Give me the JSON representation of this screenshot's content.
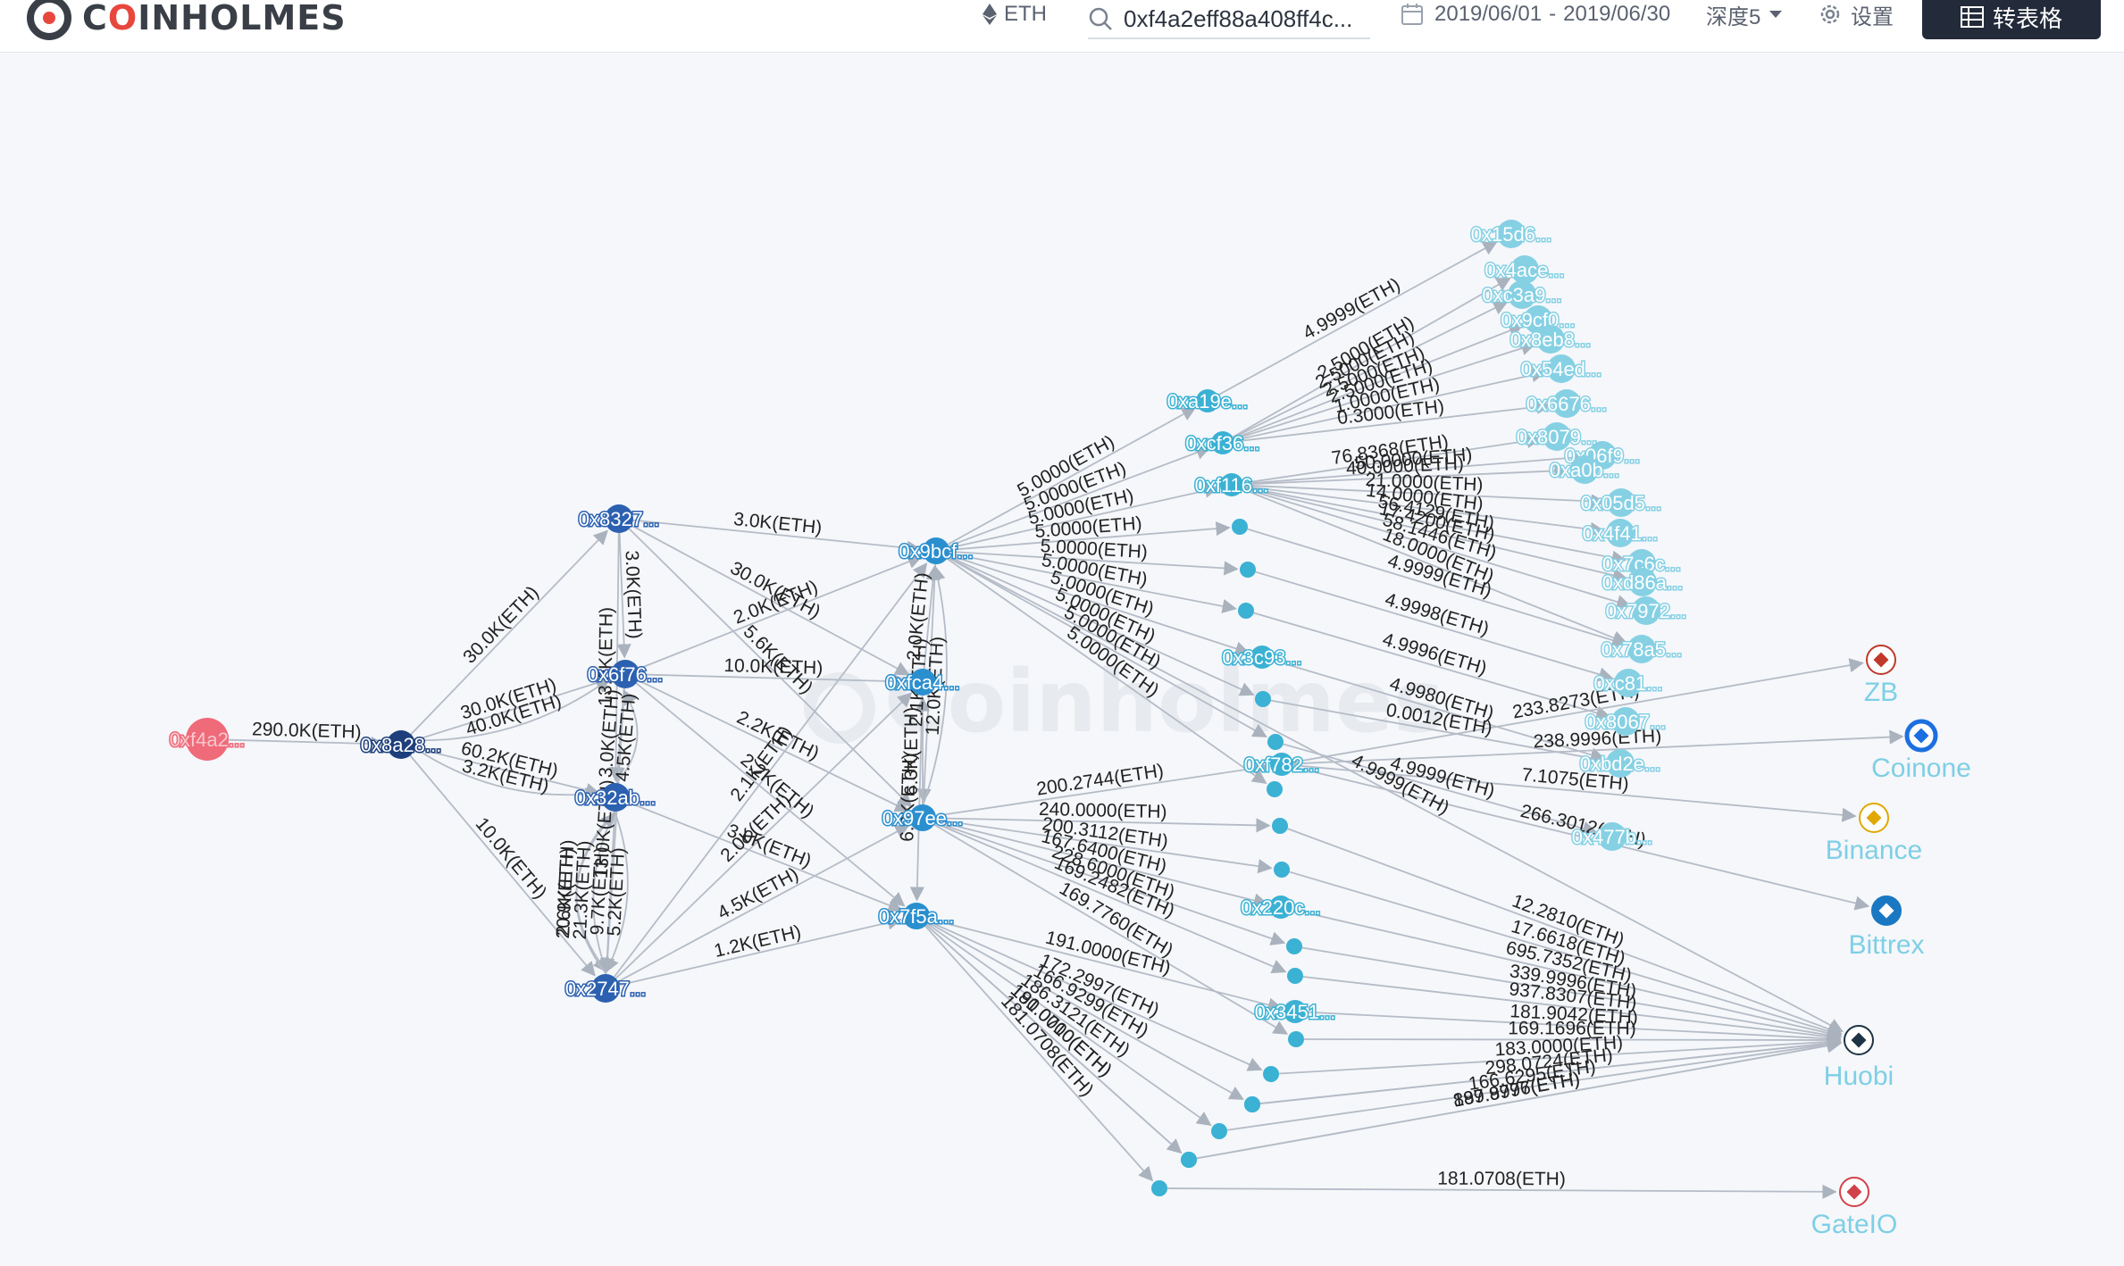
{
  "header": {
    "logo_text_pre": "C",
    "logo_text_accent": "O",
    "logo_text_post": "INHOLMES",
    "coin_label": "ETH",
    "search_value": "0xf4a2eff88a408ff4c...",
    "date_start": "2019/06/01",
    "date_sep": "-",
    "date_end": "2019/06/30",
    "depth_label": "深度5",
    "settings_label": "设置",
    "table_button_label": "转表格",
    "icons": {
      "coin": "ethereum-icon",
      "search": "search-icon",
      "calendar": "calendar-icon",
      "depth": "caret-down-icon",
      "settings": "gear-icon",
      "table": "table-icon"
    }
  },
  "watermark": "Coinholmes",
  "colors": {
    "root": "#ef6b7a",
    "level1": "#1e3f7c",
    "level2": "#2c60b0",
    "level3": "#2a8fcf",
    "level4": "#3bb1d4",
    "level5": "#86d0e4",
    "edge": "#b5bcc7",
    "edge_label": "#222222",
    "exchange_label": "#7ecfe6"
  },
  "nodes": [
    {
      "id": "n0",
      "label": "0xf4a2...",
      "level": 0
    },
    {
      "id": "n1",
      "label": "0x8a28...",
      "level": 1
    },
    {
      "id": "n2",
      "label": "0x8327...",
      "level": 2
    },
    {
      "id": "n3",
      "label": "0x6f76...",
      "level": 2
    },
    {
      "id": "n4",
      "label": "0x32ab...",
      "level": 2
    },
    {
      "id": "n5",
      "label": "0x2747...",
      "level": 2
    },
    {
      "id": "n6",
      "label": "0x9bcf...",
      "level": 3
    },
    {
      "id": "n7",
      "label": "0xfca4...",
      "level": 3
    },
    {
      "id": "n8",
      "label": "0x97ee...",
      "level": 3
    },
    {
      "id": "n9",
      "label": "0x7f5a...",
      "level": 3
    },
    {
      "id": "n10",
      "label": "0xa19e...",
      "level": 4
    },
    {
      "id": "n11",
      "label": "0xcf36...",
      "level": 4
    },
    {
      "id": "n12",
      "label": "0xf116...",
      "level": 4
    },
    {
      "id": "n13",
      "label": "0x3c93...",
      "level": 4
    },
    {
      "id": "n14",
      "label": "0xf782...",
      "level": 4
    },
    {
      "id": "n15",
      "label": "0x220c...",
      "level": 4
    },
    {
      "id": "n16",
      "label": "0x3451...",
      "level": 4
    },
    {
      "id": "n17",
      "label": "0x15d6...",
      "level": 5
    },
    {
      "id": "n18",
      "label": "0x4ace...",
      "level": 5
    },
    {
      "id": "n19",
      "label": "0xc3a9...",
      "level": 5
    },
    {
      "id": "n20",
      "label": "0x9cf0...",
      "level": 5
    },
    {
      "id": "n21",
      "label": "0x8eb8...",
      "level": 5
    },
    {
      "id": "n22",
      "label": "0x54ed...",
      "level": 5
    },
    {
      "id": "n23",
      "label": "0x6676...",
      "level": 5
    },
    {
      "id": "n24",
      "label": "0x8079...",
      "level": 5
    },
    {
      "id": "n25",
      "label": "0x06f9...",
      "level": 5
    },
    {
      "id": "n26",
      "label": "0xa0b...",
      "level": 5
    },
    {
      "id": "n27",
      "label": "0x05d5...",
      "level": 5
    },
    {
      "id": "n28",
      "label": "0x4f41...",
      "level": 5
    },
    {
      "id": "n29",
      "label": "0x7c6c...",
      "level": 5
    },
    {
      "id": "n30",
      "label": "0xd86a...",
      "level": 5
    },
    {
      "id": "n31",
      "label": "0x7972...",
      "level": 5
    },
    {
      "id": "n32",
      "label": "0x78a5...",
      "level": 5
    },
    {
      "id": "n33",
      "label": "0xc81...",
      "level": 5
    },
    {
      "id": "n34",
      "label": "0x8067...",
      "level": 5
    },
    {
      "id": "n35",
      "label": "0xbd2e...",
      "level": 5
    },
    {
      "id": "n36",
      "label": "0x477b...",
      "level": 5
    },
    {
      "id": "d1",
      "label": "",
      "level": 4
    },
    {
      "id": "d2",
      "label": "",
      "level": 4
    },
    {
      "id": "d3",
      "label": "",
      "level": 4
    },
    {
      "id": "d4",
      "label": "",
      "level": 4
    },
    {
      "id": "d5",
      "label": "",
      "level": 4
    },
    {
      "id": "d6",
      "label": "",
      "level": 4
    },
    {
      "id": "d7",
      "label": "",
      "level": 4
    },
    {
      "id": "d8",
      "label": "",
      "level": 4
    },
    {
      "id": "d9",
      "label": "",
      "level": 4
    },
    {
      "id": "d10",
      "label": "",
      "level": 4
    },
    {
      "id": "d11",
      "label": "",
      "level": 4
    },
    {
      "id": "d12",
      "label": "",
      "level": 4
    },
    {
      "id": "d13",
      "label": "",
      "level": 4
    },
    {
      "id": "d14",
      "label": "",
      "level": 4
    },
    {
      "id": "d15",
      "label": "",
      "level": 4
    },
    {
      "id": "d16",
      "label": "",
      "level": 4
    },
    {
      "id": "d17",
      "label": "",
      "level": 4
    },
    {
      "id": "d18",
      "label": "",
      "level": 4
    }
  ],
  "exchanges": [
    {
      "id": "ZB",
      "label": "ZB",
      "icon": "zb-logo-icon",
      "color": "#c0392b"
    },
    {
      "id": "Coinone",
      "label": "Coinone",
      "icon": "coinone-logo-icon",
      "color": "#1c6fe0"
    },
    {
      "id": "Binance",
      "label": "Binance",
      "icon": "binance-logo-icon",
      "color": "#e0a800"
    },
    {
      "id": "Bittrex",
      "label": "Bittrex",
      "icon": "bittrex-logo-icon",
      "color": "#1a78c2"
    },
    {
      "id": "Huobi",
      "label": "Huobi",
      "icon": "huobi-logo-icon",
      "color": "#1e3344"
    },
    {
      "id": "GateIO",
      "label": "GateIO",
      "icon": "gateio-logo-icon",
      "color": "#d0424a"
    }
  ],
  "edges": [
    {
      "from": "n0",
      "to": "n1",
      "label": "290.0K(ETH)"
    },
    {
      "from": "n1",
      "to": "n2",
      "label": "30.0K(ETH)"
    },
    {
      "from": "n1",
      "to": "n3",
      "label": "30.0K(ETH)"
    },
    {
      "from": "n1",
      "to": "n3",
      "label": "40.0K(ETH)"
    },
    {
      "from": "n1",
      "to": "n4",
      "label": "60.2K(ETH)"
    },
    {
      "from": "n1",
      "to": "n4",
      "label": "3.2K(ETH)"
    },
    {
      "from": "n1",
      "to": "n5",
      "label": "10.0K(ETH)"
    },
    {
      "from": "n2",
      "to": "n3",
      "label": "3.0K(ETH)"
    },
    {
      "from": "n2",
      "to": "n4",
      "label": "13.0K(ETH)"
    },
    {
      "from": "n2",
      "to": "n6",
      "label": "3.0K(ETH)"
    },
    {
      "from": "n2",
      "to": "n7",
      "label": "30.0K(ETH)"
    },
    {
      "from": "n2",
      "to": "n8",
      "label": "5.6K(ETH)"
    },
    {
      "from": "n3",
      "to": "n4",
      "label": "3.0K(ETH)"
    },
    {
      "from": "n3",
      "to": "n5",
      "label": "13.0K(ETH)"
    },
    {
      "from": "n3",
      "to": "n6",
      "label": "2.0K(ETH)"
    },
    {
      "from": "n3",
      "to": "n7",
      "label": "10.0K(ETH)"
    },
    {
      "from": "n3",
      "to": "n8",
      "label": "2.2K(ETH)"
    },
    {
      "from": "n3",
      "to": "n9",
      "label": "2.2K(ETH)"
    },
    {
      "from": "n4",
      "to": "n3",
      "label": "4.5K(ETH)"
    },
    {
      "from": "n4",
      "to": "n5",
      "label": "9.7K(ETH)"
    },
    {
      "from": "n4",
      "to": "n5",
      "label": "21.3K(ETH)"
    },
    {
      "from": "n4",
      "to": "n5",
      "label": "5.2K(ETH)"
    },
    {
      "from": "n4",
      "to": "n5",
      "label": "20.9K(ETH)"
    },
    {
      "from": "n4",
      "to": "n9",
      "label": "3.0K(ETH)"
    },
    {
      "from": "n5",
      "to": "n4",
      "label": "2.6K(ETH)"
    },
    {
      "from": "n5",
      "to": "n6",
      "label": "2.1K(ETH)"
    },
    {
      "from": "n5",
      "to": "n7",
      "label": "2.0K(ETH)"
    },
    {
      "from": "n5",
      "to": "n8",
      "label": "4.5K(ETH)"
    },
    {
      "from": "n5",
      "to": "n9",
      "label": "1.2K(ETH)"
    },
    {
      "from": "n6",
      "to": "n8",
      "label": "2.1K(ETH)"
    },
    {
      "from": "n7",
      "to": "n6",
      "label": "2.0K(ETH)"
    },
    {
      "from": "n8",
      "to": "n6",
      "label": "12.0K(ETH)"
    },
    {
      "from": "n7",
      "to": "n9",
      "label": "6.0K(ETH)"
    },
    {
      "from": "n8",
      "to": "n7",
      "label": "6.3K(ETH)"
    },
    {
      "from": "n6",
      "to": "n10",
      "label": "5.0000(ETH)"
    },
    {
      "from": "n6",
      "to": "n11",
      "label": "5.0000(ETH)"
    },
    {
      "from": "n6",
      "to": "n12",
      "label": "5.0000(ETH)"
    },
    {
      "from": "n6",
      "to": "d1",
      "label": "5.0000(ETH)"
    },
    {
      "from": "n6",
      "to": "d2",
      "label": "5.0000(ETH)"
    },
    {
      "from": "n6",
      "to": "d3",
      "label": "5.0000(ETH)"
    },
    {
      "from": "n6",
      "to": "n13",
      "label": "5.0000(ETH)"
    },
    {
      "from": "n6",
      "to": "d4",
      "label": "5.0000(ETH)"
    },
    {
      "from": "n6",
      "to": "d5",
      "label": "5.0000(ETH)"
    },
    {
      "from": "n6",
      "to": "d6",
      "label": "5.0000(ETH)"
    },
    {
      "from": "n10",
      "to": "n17",
      "label": "4.9999(ETH)"
    },
    {
      "from": "n11",
      "to": "n18",
      "label": "2.5000(ETH)"
    },
    {
      "from": "n11",
      "to": "n19",
      "label": "2.5000(ETH)"
    },
    {
      "from": "n11",
      "to": "n20",
      "label": "2.5000(ETH)"
    },
    {
      "from": "n11",
      "to": "n21",
      "label": "2.5000(ETH)"
    },
    {
      "from": "n11",
      "to": "n22",
      "label": "1.0000(ETH)"
    },
    {
      "from": "n11",
      "to": "n23",
      "label": "0.3000(ETH)"
    },
    {
      "from": "n12",
      "to": "n24",
      "label": "76.8368(ETH)"
    },
    {
      "from": "n12",
      "to": "n25",
      "label": "50.0000(ETH)"
    },
    {
      "from": "n12",
      "to": "n26",
      "label": "40.0000(ETH)"
    },
    {
      "from": "n12",
      "to": "n27",
      "label": "21.0000(ETH)"
    },
    {
      "from": "n12",
      "to": "n28",
      "label": "14.0000(ETH)"
    },
    {
      "from": "n12",
      "to": "n29",
      "label": "56.4129(ETH)"
    },
    {
      "from": "n12",
      "to": "n30",
      "label": "17.4200(ETH)"
    },
    {
      "from": "n12",
      "to": "n31",
      "label": "58.1446(ETH)"
    },
    {
      "from": "n12",
      "to": "n32",
      "label": "18.0000(ETH)"
    },
    {
      "from": "d1",
      "to": "n32",
      "label": "4.9999(ETH)"
    },
    {
      "from": "d2",
      "to": "n33",
      "label": "4.9998(ETH)"
    },
    {
      "from": "d3",
      "to": "n34",
      "label": "4.9996(ETH)"
    },
    {
      "from": "d4",
      "to": "n35",
      "label": "0.0012(ETH)"
    },
    {
      "from": "n13",
      "to": "n35",
      "label": "4.9980(ETH)"
    },
    {
      "from": "n14",
      "to": "ZB",
      "label": "233.8273(ETH)"
    },
    {
      "from": "n14",
      "to": "Coinone",
      "label": "238.9996(ETH)"
    },
    {
      "from": "n14",
      "to": "Binance",
      "label": "7.1075(ETH)"
    },
    {
      "from": "n14",
      "to": "Bittrex",
      "label": "266.3012(ETH)"
    },
    {
      "from": "n8",
      "to": "n14",
      "label": "200.2744(ETH)"
    },
    {
      "from": "n8",
      "to": "d7",
      "label": "240.0000(ETH)"
    },
    {
      "from": "n8",
      "to": "d8",
      "label": "200.3112(ETH)"
    },
    {
      "from": "n8",
      "to": "d9",
      "label": "228.6000(ETH)"
    },
    {
      "from": "n8",
      "to": "n15",
      "label": "167.6400(ETH)"
    },
    {
      "from": "n8",
      "to": "d10",
      "label": "169.2482(ETH)"
    },
    {
      "from": "n8",
      "to": "d11",
      "label": "169.7760(ETH)"
    },
    {
      "from": "n9",
      "to": "d12",
      "label": "172.2997(ETH)"
    },
    {
      "from": "n9",
      "to": "n16",
      "label": "191.0000(ETH)"
    },
    {
      "from": "n9",
      "to": "d13",
      "label": "166.9299(ETH)"
    },
    {
      "from": "n9",
      "to": "d14",
      "label": "186.3121(ETH)"
    },
    {
      "from": "n9",
      "to": "d15",
      "label": "190.0000(ETH)"
    },
    {
      "from": "n9",
      "to": "d16",
      "label": "181.0710(ETH)"
    },
    {
      "from": "n9",
      "to": "d18",
      "label": "181.0708(ETH)"
    },
    {
      "from": "d5",
      "to": "n36",
      "label": "4.9999(ETH)"
    },
    {
      "from": "n6",
      "to": "Huobi",
      "label": "4.9999(ETH)"
    },
    {
      "from": "d7",
      "to": "Huobi",
      "label": "12.2810(ETH)"
    },
    {
      "from": "d8",
      "to": "Huobi",
      "label": "17.6618(ETH)"
    },
    {
      "from": "d9",
      "to": "Huobi",
      "label": "339.9996(ETH)"
    },
    {
      "from": "n15",
      "to": "Huobi",
      "label": "695.7352(ETH)"
    },
    {
      "from": "d10",
      "to": "Huobi",
      "label": "937.8307(ETH)"
    },
    {
      "from": "d11",
      "to": "Huobi",
      "label": "169.1696(ETH)"
    },
    {
      "from": "n16",
      "to": "Huobi",
      "label": "181.9042(ETH)"
    },
    {
      "from": "d12",
      "to": "Huobi",
      "label": "183.0000(ETH)"
    },
    {
      "from": "d13",
      "to": "Huobi",
      "label": "298.0724(ETH)"
    },
    {
      "from": "d14",
      "to": "Huobi",
      "label": "166.6295(ETH)"
    },
    {
      "from": "d15",
      "to": "Huobi",
      "label": "897.8777(ETH)"
    },
    {
      "from": "d16",
      "to": "Huobi",
      "label": "189.9996(ETH)"
    },
    {
      "from": "d17",
      "to": "Huobi",
      "label": ""
    },
    {
      "from": "d18",
      "to": "GateIO",
      "label": "181.0708(ETH)"
    }
  ]
}
